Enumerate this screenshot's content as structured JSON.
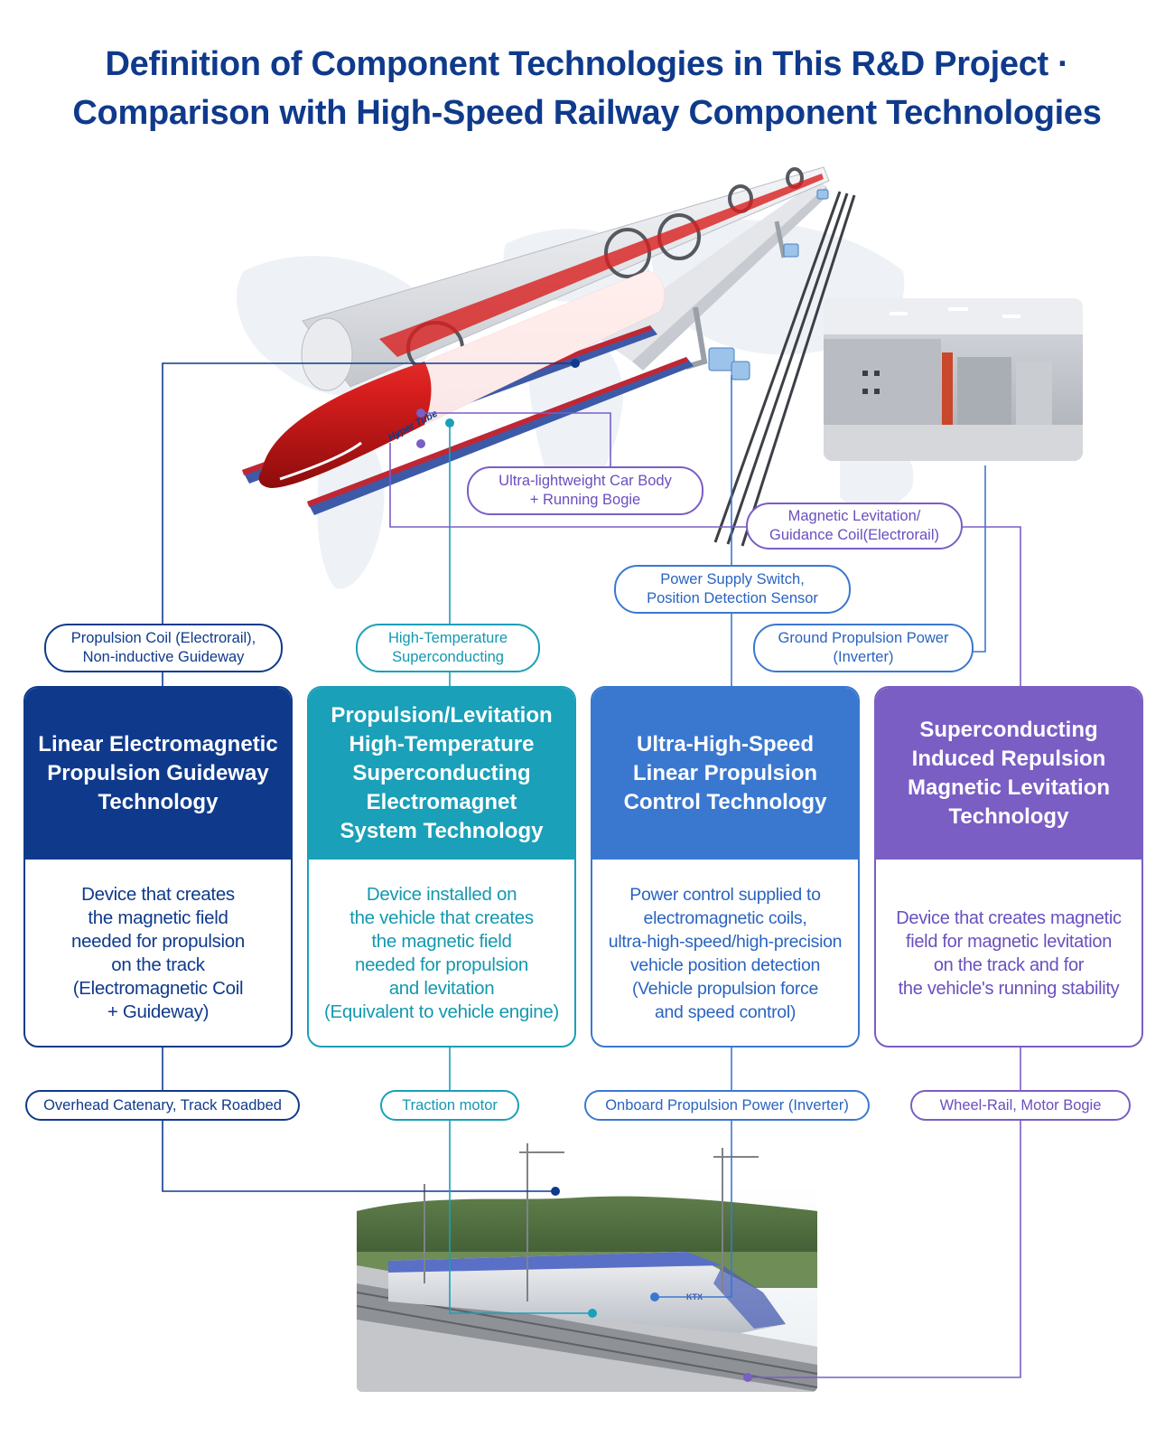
{
  "title": {
    "line1": "Definition of Component Technologies in This R&D Project ·",
    "line2": "Comparison with High-Speed Railway Component Technologies"
  },
  "hyper_tube_label": "Hyper Tube",
  "ktx_label": "KTX",
  "colors": {
    "navy": "#0f3a8c",
    "teal": "#1aa0b8",
    "blue": "#3a78d0",
    "purple": "#7a5ec4",
    "train_red": "#d81e1e"
  },
  "top_labels": {
    "car_body": [
      "Ultra-lightweight Car Body",
      "+ Running Bogie"
    ],
    "levitation_coil": [
      "Magnetic Levitation/",
      "Guidance Coil(Electrorail)"
    ],
    "power_switch": [
      "Power Supply Switch,",
      "Position Detection Sensor"
    ],
    "propulsion_coil": [
      "Propulsion Coil (Electrorail),",
      "Non-inductive Guideway"
    ],
    "ht_superconducting": [
      "High-Temperature",
      "Superconducting"
    ],
    "ground_power": [
      "Ground Propulsion Power",
      "(Inverter)"
    ]
  },
  "cards": [
    {
      "heading": [
        "Linear Electromagnetic",
        "Propulsion Guideway",
        "Technology"
      ],
      "body": [
        "Device that creates",
        "the magnetic field",
        "needed for propulsion",
        "on the track",
        "(Electromagnetic Coil",
        "+ Guideway)"
      ]
    },
    {
      "heading": [
        "Propulsion/Levitation",
        "High-Temperature",
        "Superconducting",
        "Electromagnet",
        "System Technology"
      ],
      "body": [
        "Device installed on",
        "the vehicle that creates",
        "the magnetic field",
        "needed for propulsion",
        "and levitation",
        "(Equivalent to vehicle engine)"
      ]
    },
    {
      "heading": [
        "Ultra-High-Speed",
        "Linear Propulsion",
        "Control Technology"
      ],
      "body": [
        "Power control supplied to",
        "electromagnetic coils,",
        "ultra-high-speed/high-precision",
        "vehicle position detection",
        "(Vehicle propulsion force",
        "and speed control)"
      ]
    },
    {
      "heading": [
        "Superconducting",
        "Induced Repulsion",
        "Magnetic Levitation",
        "Technology"
      ],
      "body": [
        "Device that creates magnetic",
        "field for magnetic levitation",
        "on the track and for",
        "the vehicle's running stability"
      ]
    }
  ],
  "bottom_labels": {
    "catenary": "Overhead Catenary, Track Roadbed",
    "traction": "Traction motor",
    "onboard_power": "Onboard Propulsion Power (Inverter)",
    "wheel_rail": "Wheel-Rail, Motor Bogie"
  }
}
